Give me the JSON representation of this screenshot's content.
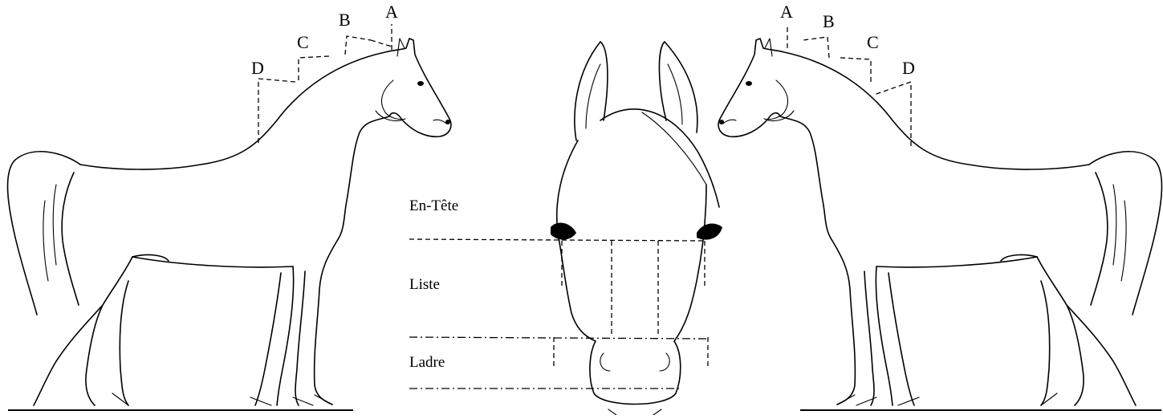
{
  "diagram": {
    "left_horse": {
      "measure_labels": [
        "A",
        "B",
        "C",
        "D"
      ]
    },
    "right_horse": {
      "measure_labels": [
        "A",
        "B",
        "C",
        "D"
      ]
    },
    "face": {
      "region_labels": [
        "En-Tête",
        "Liste",
        "Ladre"
      ]
    }
  }
}
